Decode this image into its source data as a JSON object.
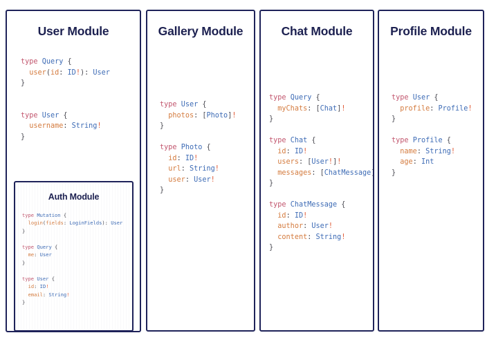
{
  "theme": {
    "background": "#ffffff",
    "card_border": "#1e2259",
    "title_color": "#1c2050",
    "code_default": "#4a4a52",
    "keyword_color": "#c2566e",
    "type_color": "#3d6bb5",
    "field_color": "#d47b3e",
    "bang_color": "#e05a35"
  },
  "modules": {
    "user": {
      "title": "User Module",
      "code_lines": [
        "type Query {",
        "  user(id: ID!): User",
        "}",
        "",
        "",
        "type User {",
        "  username: String!",
        "}"
      ],
      "code_text": "type Query {\n  user(id: ID!): User\n}\n\n\ntype User {\n  username: String!\n}"
    },
    "auth": {
      "title": "Auth Module",
      "code_lines": [
        "type Mutation {",
        "  login(fields: LoginFields): User",
        "}",
        "",
        "type Query {",
        "  me: User",
        "}",
        "",
        "type User {",
        "  id: ID!",
        "  email: String!",
        "}"
      ],
      "code_text": "type Mutation {\n  login(fields: LoginFields): User\n}\n\ntype Query {\n  me: User\n}\n\ntype User {\n  id: ID!\n  email: String!\n}"
    },
    "gallery": {
      "title": "Gallery Module",
      "code_lines": [
        "type User {",
        "  photos: [Photo]!",
        "}",
        "",
        "type Photo {",
        "  id: ID!",
        "  url: String!",
        "  user: User!",
        "}"
      ],
      "code_text": "type User {\n  photos: [Photo]!\n}\n\ntype Photo {\n  id: ID!\n  url: String!\n  user: User!\n}"
    },
    "chat": {
      "title": "Chat Module",
      "code_lines": [
        "type Query {",
        "  myChats: [Chat]!",
        "}",
        "",
        "type Chat {",
        "  id: ID!",
        "  users: [User!]!",
        "  messages: [ChatMessage]!",
        "}",
        "",
        "type ChatMessage {",
        "  id: ID!",
        "  author: User!",
        "  content: String!",
        "}"
      ],
      "code_text": "type Query {\n  myChats: [Chat]!\n}\n\ntype Chat {\n  id: ID!\n  users: [User!]!\n  messages: [ChatMessage]!\n}\n\ntype ChatMessage {\n  id: ID!\n  author: User!\n  content: String!\n}"
    },
    "profile": {
      "title": "Profile Module",
      "code_lines": [
        "type User {",
        "  profile: Profile!",
        "}",
        "",
        "type Profile {",
        "  name: String!",
        "  age: Int",
        "}"
      ],
      "code_text": "type User {\n  profile: Profile!\n}\n\ntype Profile {\n  name: String!\n  age: Int\n}"
    }
  }
}
